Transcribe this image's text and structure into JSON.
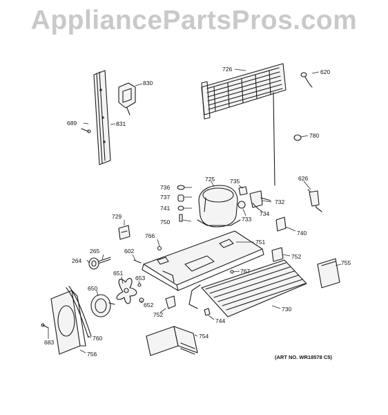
{
  "watermark": "AppliancePartsPros.com",
  "art_number": "(ART NO. WR18578 C5)",
  "callouts": {
    "p620": "620",
    "p726": "726",
    "p780": "780",
    "p626": "626",
    "p830": "830",
    "p831": "831",
    "p689": "689",
    "p736": "736",
    "p737": "737",
    "p741": "741",
    "p750": "750",
    "p725": "725",
    "p735": "735",
    "p732": "732",
    "p734": "734",
    "p733": "733",
    "p740": "740",
    "p729": "729",
    "p766": "766",
    "p751": "751",
    "p265": "265",
    "p264": "264",
    "p602": "602",
    "p752a": "752",
    "p755": "755",
    "p767": "767",
    "p651": "651",
    "p653": "653",
    "p650": "650",
    "p652": "652",
    "p730": "730",
    "p752b": "752",
    "p744": "744",
    "p754": "754",
    "p683": "683",
    "p760": "760",
    "p756": "756"
  }
}
